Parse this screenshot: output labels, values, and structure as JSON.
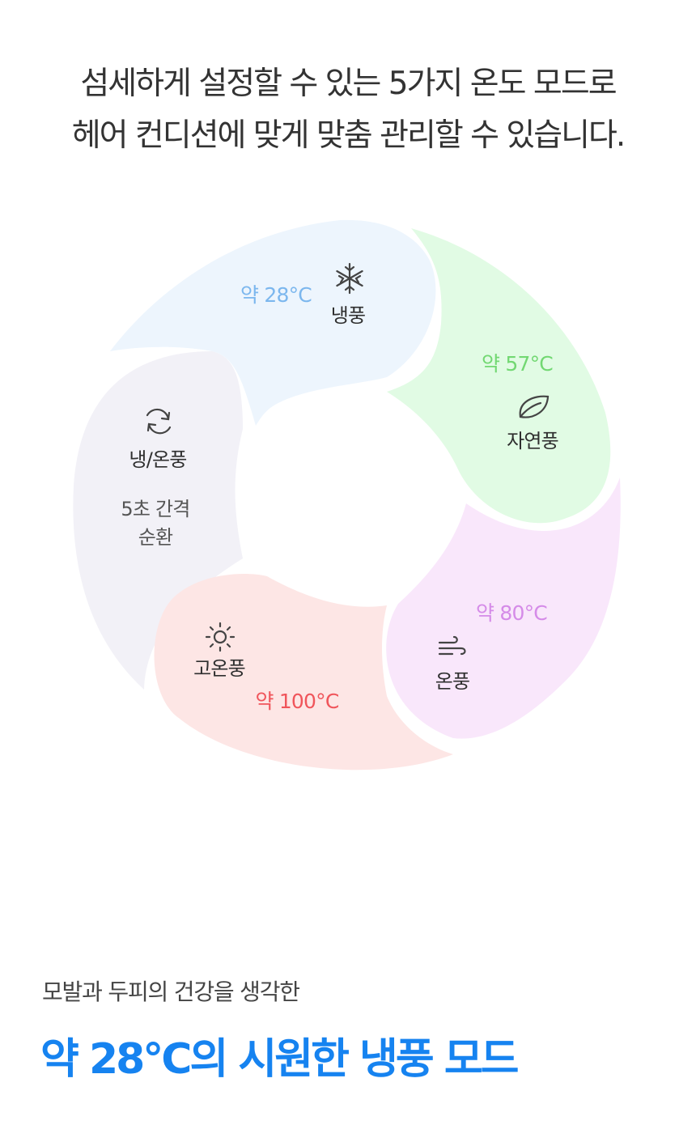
{
  "headline": {
    "line1": "섬세하게 설정할 수 있는 5가지 온도 모드로",
    "line2": "헤어 컨디션에 맞게 맞춤 관리할 수 있습니다."
  },
  "modes": {
    "cool": {
      "temp": "약 28°C",
      "name": "냉풍",
      "icon": "snowflake-icon",
      "color": "#7cb7ee"
    },
    "natural": {
      "temp": "약 57°C",
      "name": "자연풍",
      "icon": "leaf-icon",
      "color": "#72d872"
    },
    "warm": {
      "temp": "약 80°C",
      "name": "온풍",
      "icon": "wind-icon",
      "color": "#d58be8"
    },
    "hot": {
      "temp": "약 100°C",
      "name": "고온풍",
      "icon": "sun-icon",
      "color": "#f0555b"
    },
    "alternate": {
      "name": "냉/온풍",
      "desc1": "5초 간격",
      "desc2": "순환",
      "icon": "cycle-icon"
    }
  },
  "footer": {
    "caption": "모발과 두피의 건강을 생각한",
    "title": "약 28°C의 시원한 냉풍 모드"
  }
}
